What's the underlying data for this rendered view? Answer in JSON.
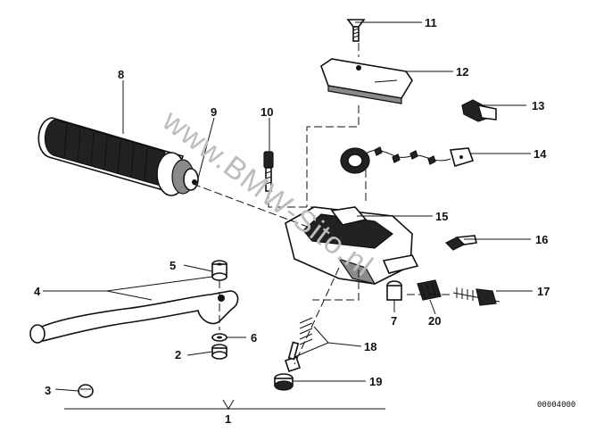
{
  "callouts": [
    "1",
    "2",
    "3",
    "4",
    "5",
    "6",
    "7",
    "8",
    "9",
    "10",
    "11",
    "12",
    "13",
    "14",
    "15",
    "16",
    "17",
    "18",
    "19",
    "20"
  ],
  "diagram_code": "00004000",
  "watermark": "www.BMW-Sito.nl"
}
